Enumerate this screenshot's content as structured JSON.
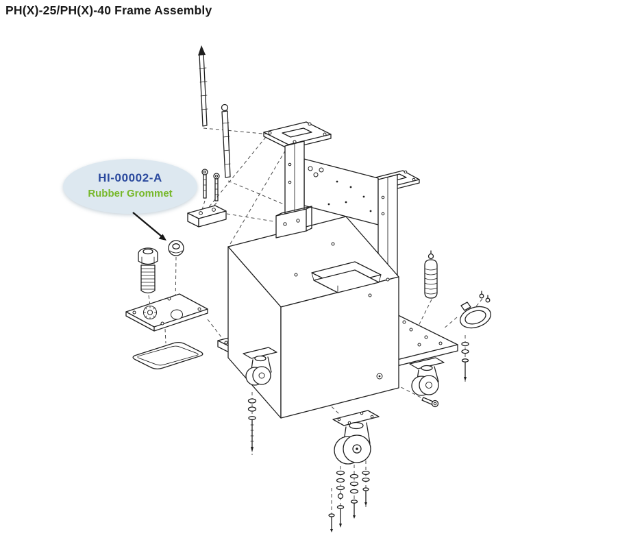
{
  "page": {
    "title": "PH(X)-25/PH(X)-40 Frame Assembly",
    "title_color": "#171717",
    "background_color": "#ffffff"
  },
  "callout": {
    "part_number": "HI-00002-A",
    "label": "Rubber Grommet",
    "part_number_color": "#2b4a9e",
    "label_color": "#77b82a",
    "bubble_fill": "#dde8f0"
  },
  "diagram": {
    "line_color": "#1f1f1f",
    "guide_line_color": "#4a4a4a",
    "parts": [
      "threaded-rod-long",
      "threaded-rod-short",
      "top-mounting-plate-left",
      "top-mounting-plate-right",
      "cross-panel",
      "upright-post-left",
      "upright-post-right",
      "mounting-bracket-block",
      "spacer-block",
      "small-bolts",
      "cabinet-body",
      "base-platform",
      "caster-left",
      "caster-right",
      "caster-front-exploded",
      "fastener-stacks",
      "cover-plate",
      "gasket-seal",
      "threaded-plug",
      "rubber-grommet",
      "grip-cylinder",
      "band-clamp"
    ]
  }
}
